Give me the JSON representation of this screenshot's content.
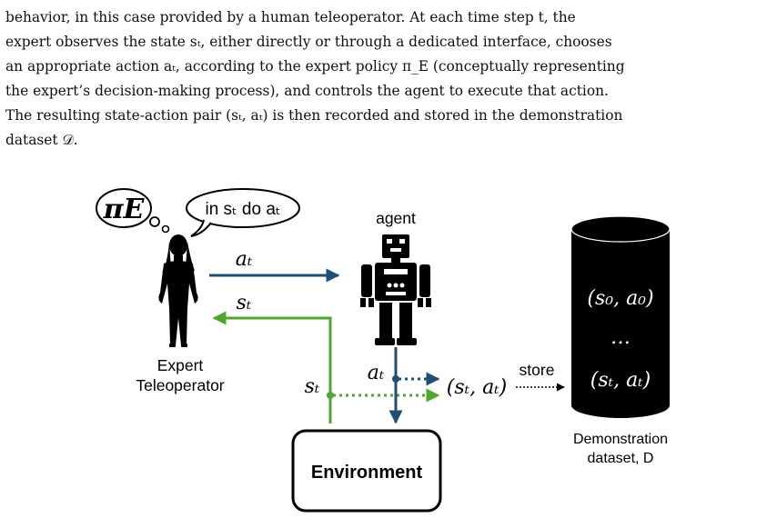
{
  "paragraph": {
    "lines": [
      "behavior, in this case provided by a human teleoperator.  At each time step t, the",
      "expert observes the state sₜ, either directly or through a dedicated interface, chooses",
      "an appropriate action aₜ, according to the expert policy π_E (conceptually representing",
      "the expert’s decision-making process), and controls the agent to execute that action.",
      "The resulting state-action pair (sₜ, aₜ) is then recorded and stored in the demonstration",
      "dataset 𝒟."
    ]
  },
  "figure": {
    "thought_policy": "πE",
    "thought_speech": "in sₜ do aₜ",
    "expert_label_line1": "Expert",
    "expert_label_line2": "Teleoperator",
    "agent_label": "agent",
    "arrow_action_label": "aₜ",
    "arrow_state_label": "sₜ",
    "state_branch_label": "sₜ",
    "action_branch_label": "aₜ",
    "pair_label": "(sₜ, aₜ)",
    "store_label": "store",
    "environment_label": "Environment",
    "dataset_entries": [
      "(s₀, a₀)",
      "…",
      "(sₜ, aₜ)"
    ],
    "dataset_label_line1": "Demonstration",
    "dataset_label_line2": "dataset, D",
    "colors": {
      "action_arrow": "#1f4e79",
      "state_arrow": "#4ea72e",
      "dataset_fill": "#000000",
      "text": "#000000"
    },
    "icons": [
      "thought-bubble-icon",
      "woman-silhouette-icon",
      "robot-icon",
      "cylinder-database-icon"
    ]
  }
}
